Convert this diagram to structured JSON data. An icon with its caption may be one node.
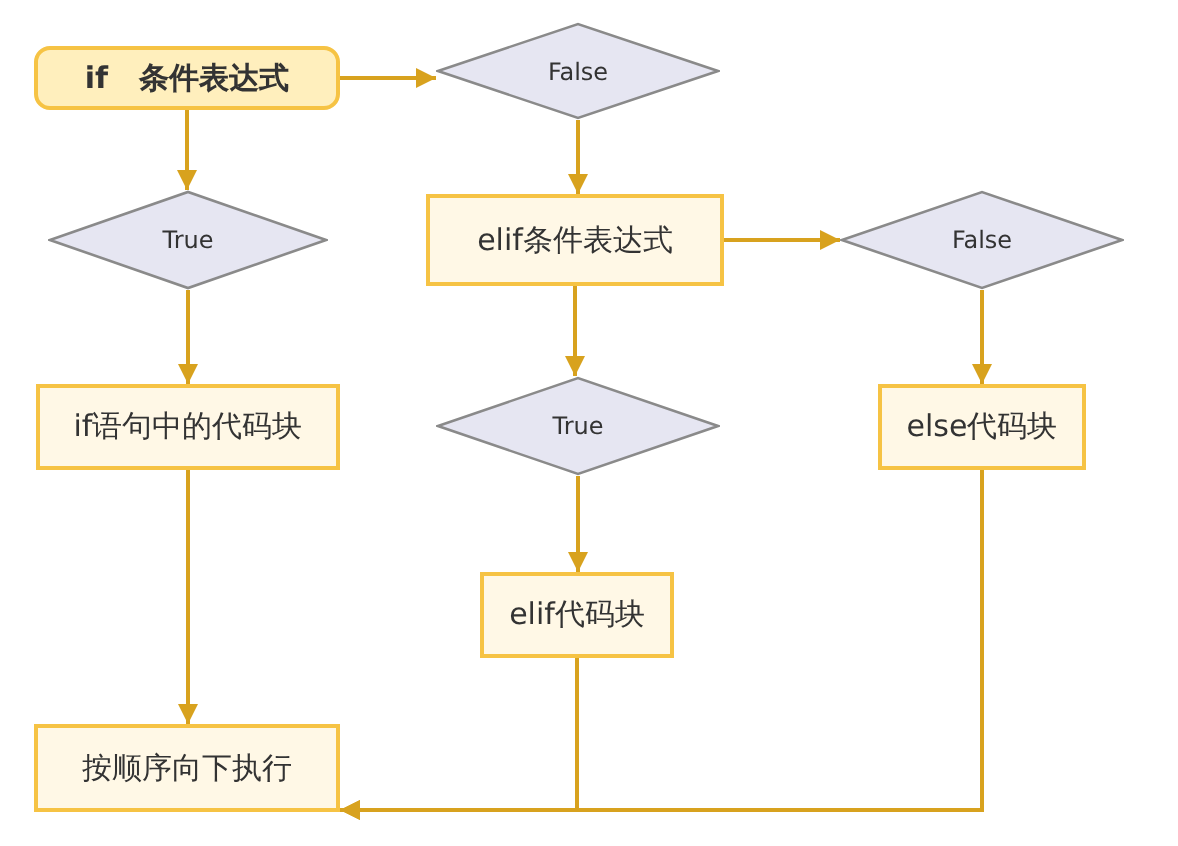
{
  "diagram": {
    "nodes": [
      {
        "text": [
          "if   条件表达式"
        ]
      },
      {
        "text": [
          "False"
        ]
      },
      {
        "text": [
          "True"
        ]
      },
      {
        "text": [
          "elif条件表达式"
        ]
      },
      {
        "text": [
          "False"
        ]
      },
      {
        "text": [
          "if语句中的代码块"
        ]
      },
      {
        "text": [
          "True"
        ]
      },
      {
        "text": [
          "else代码块"
        ]
      },
      {
        "text": [
          "elif代码块"
        ]
      },
      {
        "text": [
          "按顺序向下执行"
        ]
      }
    ],
    "edges": [
      {
        "from": 0,
        "to": 1,
        "arrow": "to"
      },
      {
        "from": 0,
        "to": 2,
        "arrow": "to"
      },
      {
        "from": 1,
        "to": 3,
        "arrow": "to"
      },
      {
        "from": 3,
        "to": 4,
        "arrow": "to"
      },
      {
        "from": 3,
        "to": 6,
        "arrow": "to"
      },
      {
        "from": 2,
        "to": 5,
        "arrow": "to"
      },
      {
        "from": 4,
        "to": 7,
        "arrow": "to"
      },
      {
        "from": 6,
        "to": 8,
        "arrow": "to"
      },
      {
        "from": 5,
        "to": 9,
        "arrow": "to"
      },
      {
        "from": 8,
        "to": 9,
        "arrow": "to"
      },
      {
        "from": 7,
        "to": 9,
        "arrow": "to"
      }
    ]
  }
}
